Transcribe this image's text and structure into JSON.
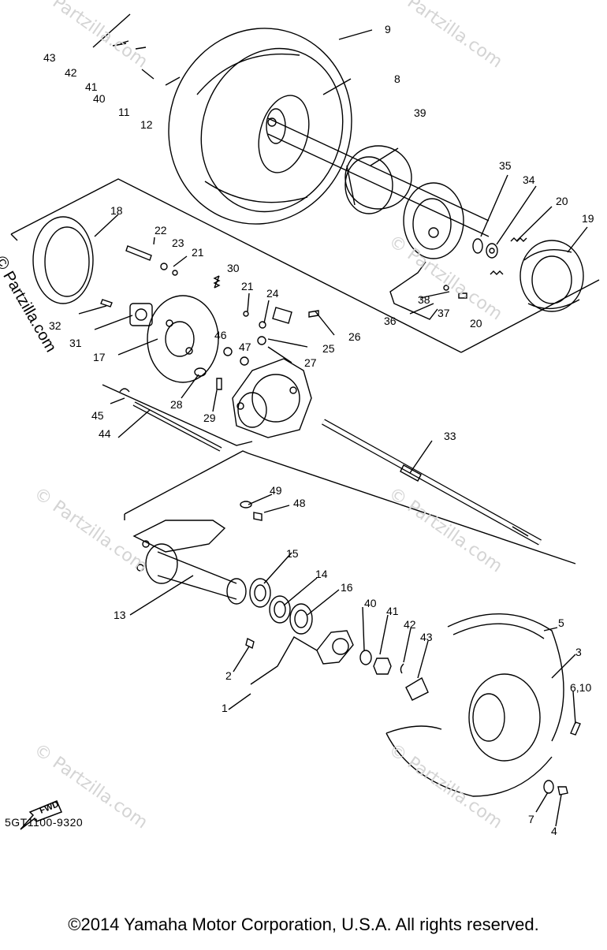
{
  "diagram_code": "5GT1100-9320",
  "copyright": "©2014  Yamaha Motor Corporation, U.S.A. All rights reserved.",
  "fwd_label": "FWD",
  "side_watermark": "Partzilla.com",
  "side_watermark_symbol": "©",
  "watermark_text": "© Partzilla.com",
  "part_labels": [
    "43",
    "42",
    "41",
    "40",
    "11",
    "12",
    "9",
    "8",
    "39",
    "35",
    "34",
    "20",
    "19",
    "18",
    "22",
    "23",
    "21",
    "30",
    "21",
    "24",
    "32",
    "31",
    "17",
    "46",
    "47",
    "26",
    "25",
    "27",
    "38",
    "37",
    "36",
    "20",
    "45",
    "28",
    "29",
    "44",
    "33",
    "49",
    "48",
    "15",
    "14",
    "16",
    "13",
    "40",
    "41",
    "42",
    "43",
    "5",
    "3",
    "2",
    "1",
    "6,10",
    "7",
    "4"
  ]
}
